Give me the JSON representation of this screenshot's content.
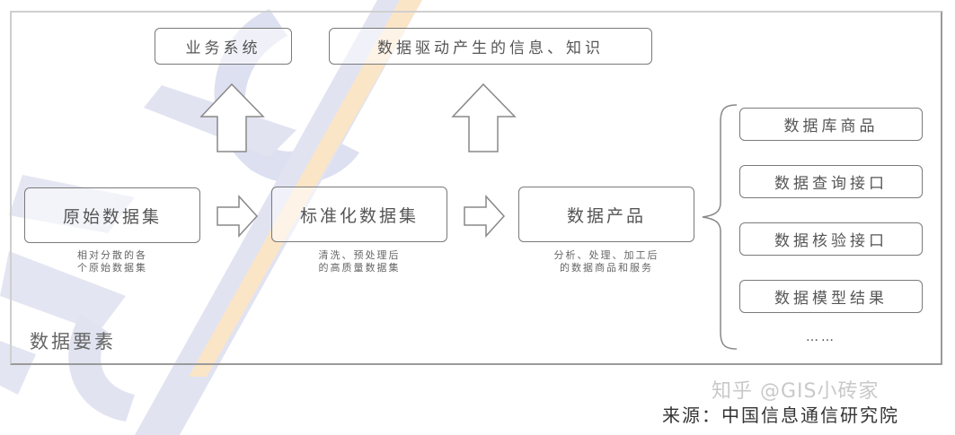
{
  "diagram": {
    "title": "数据要素",
    "top_boxes": [
      {
        "label": "业务系统"
      },
      {
        "label": "数据驱动产生的信息、知识"
      }
    ],
    "flow": [
      {
        "label": "原始数据集",
        "caption_line1": "相对分散的各",
        "caption_line2": "个原始数据集"
      },
      {
        "label": "标准化数据集",
        "caption_line1": "清洗、预处理后",
        "caption_line2": "的高质量数据集"
      },
      {
        "label": "数据产品",
        "caption_line1": "分析、处理、加工后",
        "caption_line2": "的数据商品和服务"
      }
    ],
    "product_types": [
      {
        "label": "数据库商品"
      },
      {
        "label": "数据查询接口"
      },
      {
        "label": "数据核验接口"
      },
      {
        "label": "数据模型结果"
      }
    ],
    "more": "……",
    "colors": {
      "border": "#7a7a7a",
      "watermark_blue": "#c9cde6",
      "watermark_orange": "#f7c98a"
    }
  },
  "footer": {
    "watermark_credit": "知乎 @GIS小砖家",
    "source": "来源：中国信息通信研究院"
  }
}
